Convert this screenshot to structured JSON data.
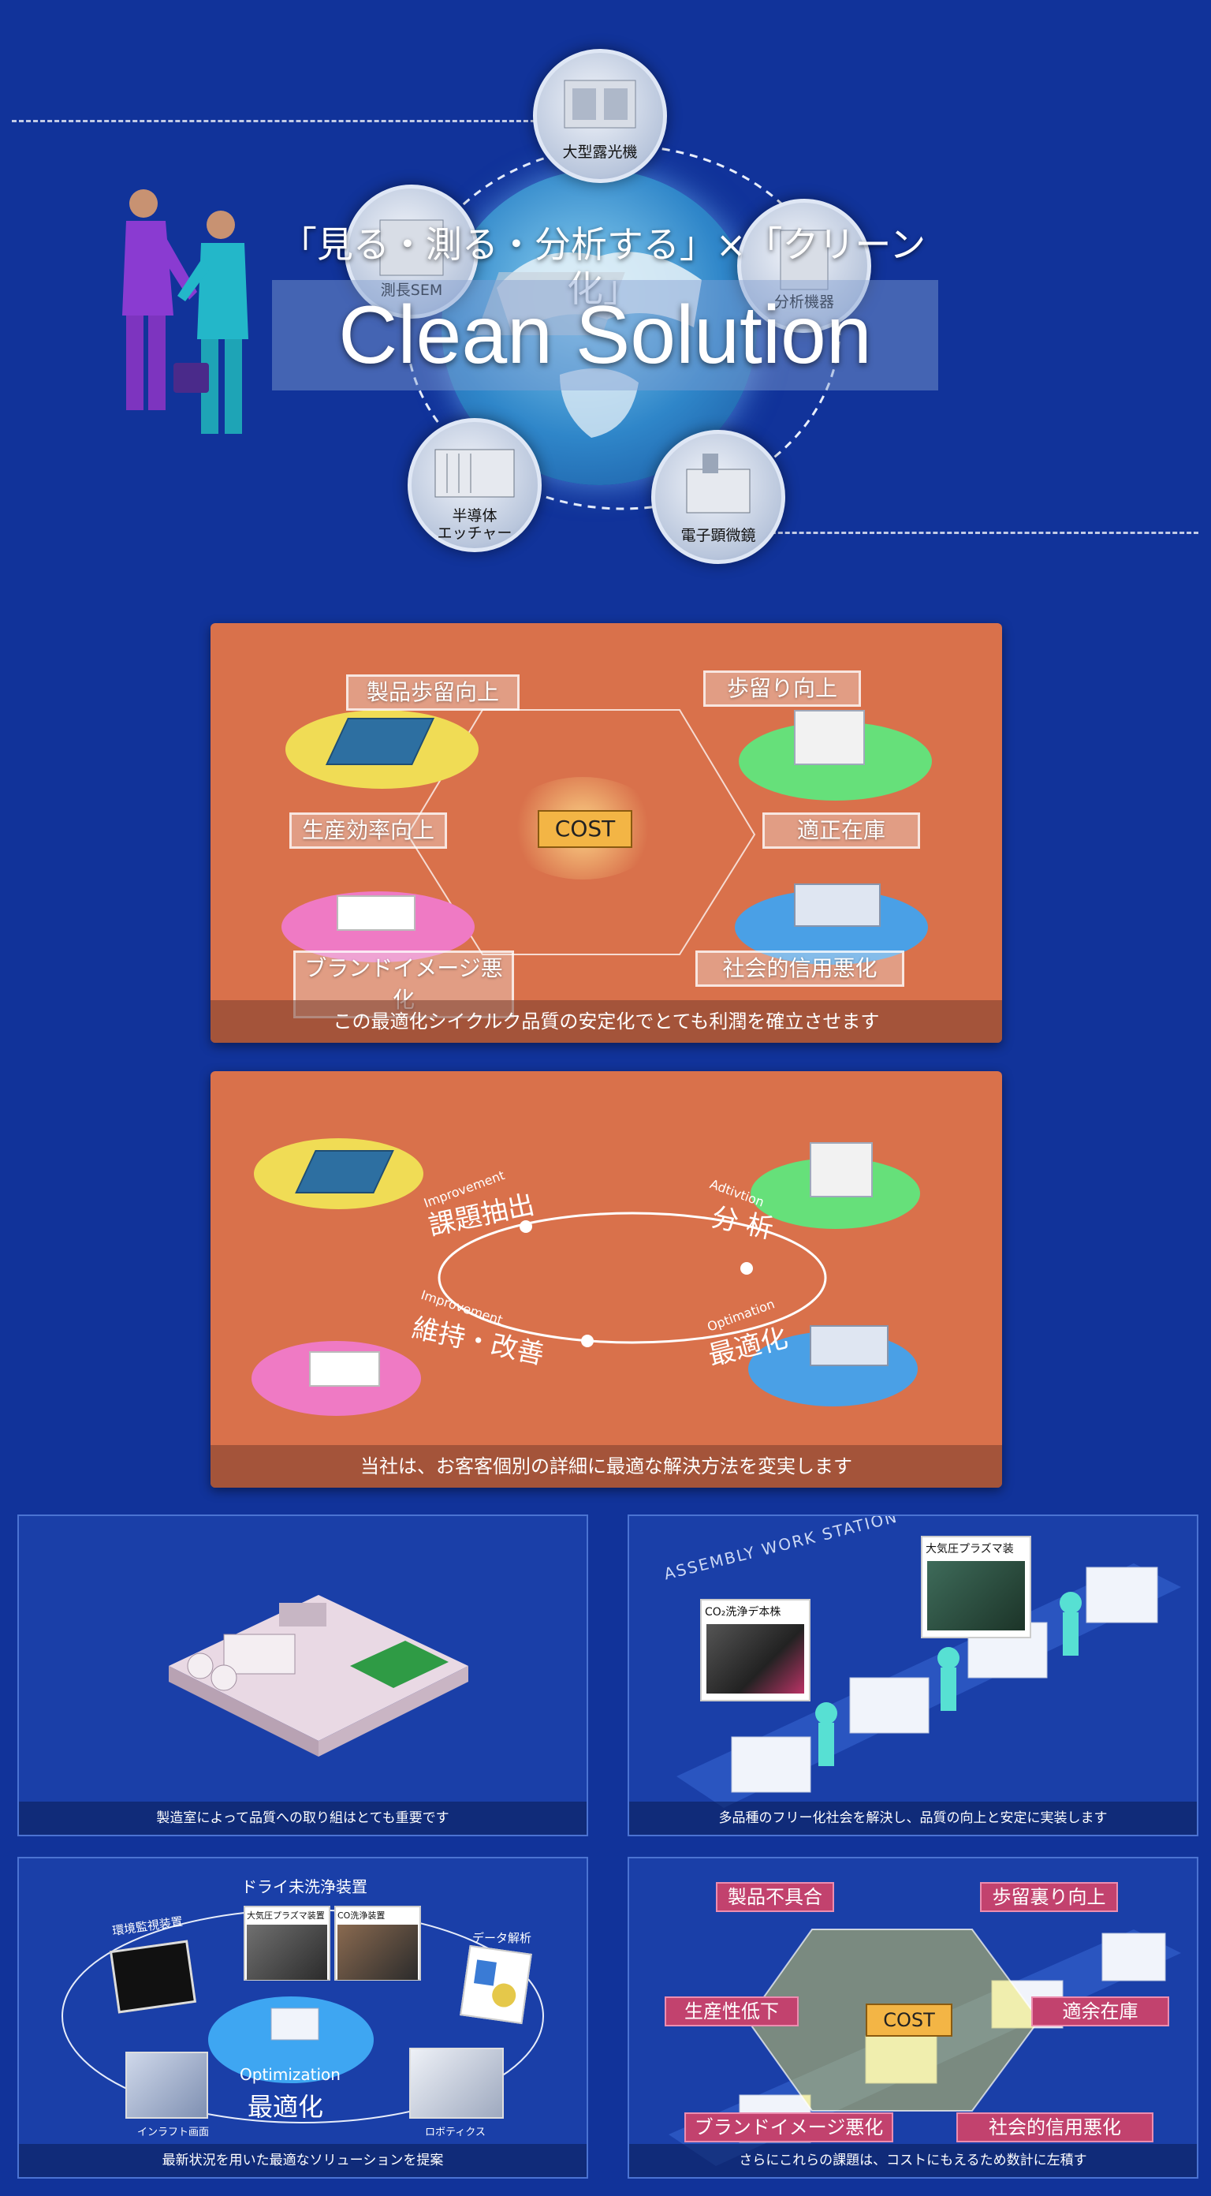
{
  "hero": {
    "subtitle": "「見る・測る・分析する」×「クリーン化」",
    "title": "Clean Solution",
    "nodes": [
      {
        "label": "大型露光機"
      },
      {
        "label": "測長SEM"
      },
      {
        "label": "分析機器"
      },
      {
        "label": "半導体\nエッチャー"
      },
      {
        "label": "電子顕微鏡"
      }
    ]
  },
  "panel_cost": {
    "center": "COST",
    "tags": [
      "製品歩留向上",
      "歩留り向上",
      "生産効率向上",
      "適正在庫",
      "ブランドイメージ悪化",
      "社会的信用悪化"
    ],
    "caption": "この最適化シイクルク品質の安定化でとても利潤を確立させます"
  },
  "panel_cycle": {
    "steps": [
      {
        "en": "Improvement",
        "jp": "課題抽出"
      },
      {
        "en": "Adtivtion",
        "jp": "分 析"
      },
      {
        "en": "Improvement",
        "jp": "維持・改善"
      },
      {
        "en": "Optimation",
        "jp": "最適化"
      }
    ],
    "caption": "当社は、お客客個別の詳細に最適な解決方法を変実します"
  },
  "tile_factory": {
    "caption": "製造室によって品質への取り組はとても重要です"
  },
  "tile_line": {
    "photo1": "CO₂洗浄デ本株",
    "photo2": "大気圧プラズマ装",
    "banner": "ASSEMBLY WORK STATION",
    "caption": "多品種のフリー化社会を解決し、品質の向上と安定に実装します"
  },
  "tile_opt": {
    "top_label": "ドライ未洗浄装置",
    "labels": [
      "環境監視装置",
      "大気圧プラズマ装置",
      "CO洗浄装置",
      "データ解析",
      "インラフト画面",
      "ロボティクス"
    ],
    "center_en": "Optimization",
    "center_jp": "最適化",
    "caption": "最新状況を用いた最適なソリューションを提案"
  },
  "tile_cost2": {
    "center": "COST",
    "tags": [
      "製品不具合",
      "歩留裏り向上",
      "生産性低下",
      "適余在庫",
      "ブランドイメージ悪化",
      "社会的信用悪化"
    ],
    "caption": "さらにこれらの課題は、コストにもえるため数計に左積す"
  },
  "colors": {
    "background": "#11339a",
    "panel": "#d9714b",
    "cost_box": "#f3b545",
    "pink_tag": "#c2426e"
  }
}
